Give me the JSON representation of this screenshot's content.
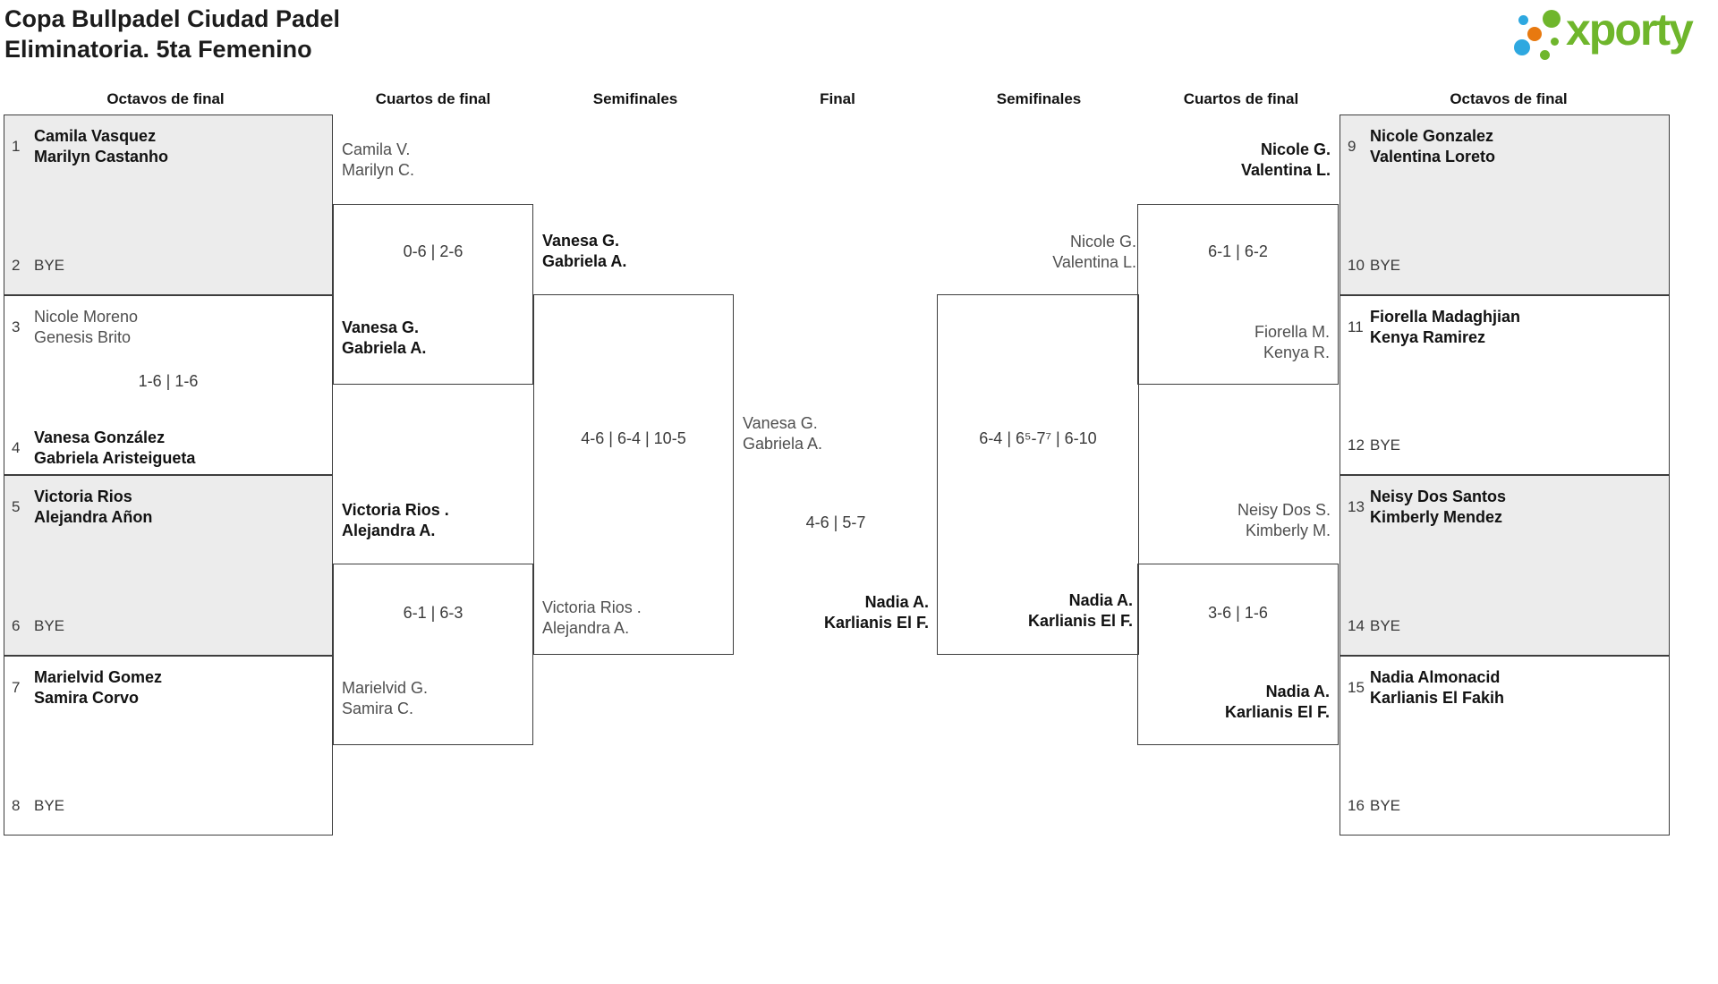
{
  "header": {
    "title": "Copa Bullpadel Ciudad Padel",
    "subtitle": "Eliminatoria. 5ta Femenino",
    "logo_text": "xporty",
    "logo_colors": {
      "green": "#6fb62c",
      "blue": "#2ea8e0",
      "orange": "#e8790f"
    }
  },
  "round_headers": [
    "Octavos de final",
    "Cuartos de final",
    "Semifinales",
    "Final",
    "Semifinales",
    "Cuartos de final",
    "Octavos de final"
  ],
  "octavos_left": [
    {
      "seed1": "1",
      "p1": "Camila Vasquez",
      "p2": "Marilyn Castanho",
      "seed2": "2",
      "bye": "BYE"
    },
    {
      "seed1": "3",
      "p1": "Nicole Moreno",
      "p2": "Genesis Brito",
      "score": "1-6 | 1-6",
      "seed2": "4",
      "q1": "Vanesa González",
      "q2": "Gabriela Aristeigueta"
    },
    {
      "seed1": "5",
      "p1": "Victoria Rios",
      "p2": "Alejandra Añon",
      "seed2": "6",
      "bye": "BYE"
    },
    {
      "seed1": "7",
      "p1": "Marielvid Gomez",
      "p2": "Samira Corvo",
      "seed2": "8",
      "bye": "BYE"
    }
  ],
  "octavos_right": [
    {
      "seed1": "9",
      "p1": "Nicole Gonzalez",
      "p2": "Valentina Loreto",
      "seed2": "10",
      "bye": "BYE"
    },
    {
      "seed1": "11",
      "p1": "Fiorella Madaghjian",
      "p2": "Kenya Ramirez",
      "seed2": "12",
      "bye": "BYE"
    },
    {
      "seed1": "13",
      "p1": "Neisy Dos Santos",
      "p2": "Kimberly Mendez",
      "seed2": "14",
      "bye": "BYE"
    },
    {
      "seed1": "15",
      "p1": "Nadia Almonacid",
      "p2": "Karlianis El Fakih",
      "seed2": "16",
      "bye": "BYE"
    }
  ],
  "cuartos_left": [
    {
      "top1": "Camila V.",
      "top2": "Marilyn C.",
      "score": "0-6 | 2-6",
      "bot1": "Vanesa G.",
      "bot2": "Gabriela A."
    },
    {
      "top1": "Victoria Rios .",
      "top2": "Alejandra A.",
      "score": "6-1 | 6-3",
      "bot1": "Marielvid G.",
      "bot2": "Samira C."
    }
  ],
  "semifinal_left": {
    "top1": "Vanesa G.",
    "top2": "Gabriela A.",
    "score": "4-6 | 6-4 | 10-5",
    "bot1": "Victoria Rios .",
    "bot2": "Alejandra A."
  },
  "final": {
    "left1": "Vanesa G.",
    "left2": "Gabriela A.",
    "score": "4-6 | 5-7",
    "right1": "Nadia A.",
    "right2": "Karlianis El F."
  },
  "semifinal_right": {
    "top1": "Nicole G.",
    "top2": "Valentina L.",
    "score": "6-4 | 6⁵-7⁷ | 6-10",
    "bot1": "Nadia A.",
    "bot2": "Karlianis El F."
  },
  "cuartos_right": [
    {
      "top1": "Nicole G.",
      "top2": "Valentina L.",
      "score": "6-1 | 6-2",
      "bot1": "Fiorella M.",
      "bot2": "Kenya R."
    },
    {
      "top1": "Neisy Dos S.",
      "top2": "Kimberly M.",
      "score": "3-6 | 1-6",
      "bot1": "Nadia A.",
      "bot2": "Karlianis El F."
    }
  ]
}
